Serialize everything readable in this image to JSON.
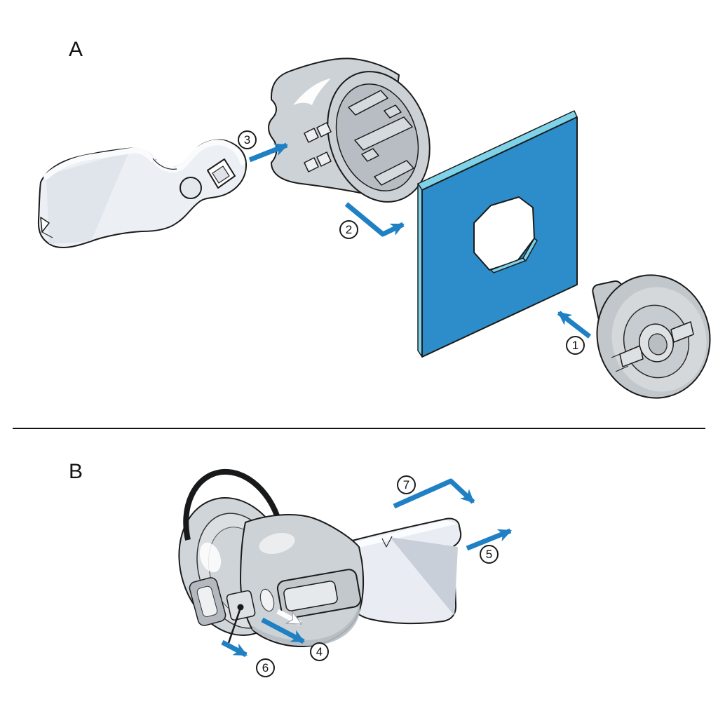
{
  "sections": {
    "a": "A",
    "b": "B"
  },
  "steps": {
    "1": "1",
    "2": "2",
    "3": "3",
    "4": "4",
    "5": "5",
    "6": "6",
    "7": "7"
  },
  "colors": {
    "arrow": "#1f80c4",
    "panel": "#2d8dcb",
    "panel-edge": "#7fd3e9",
    "outline": "#1b1b1b",
    "oring": "#17191b"
  }
}
